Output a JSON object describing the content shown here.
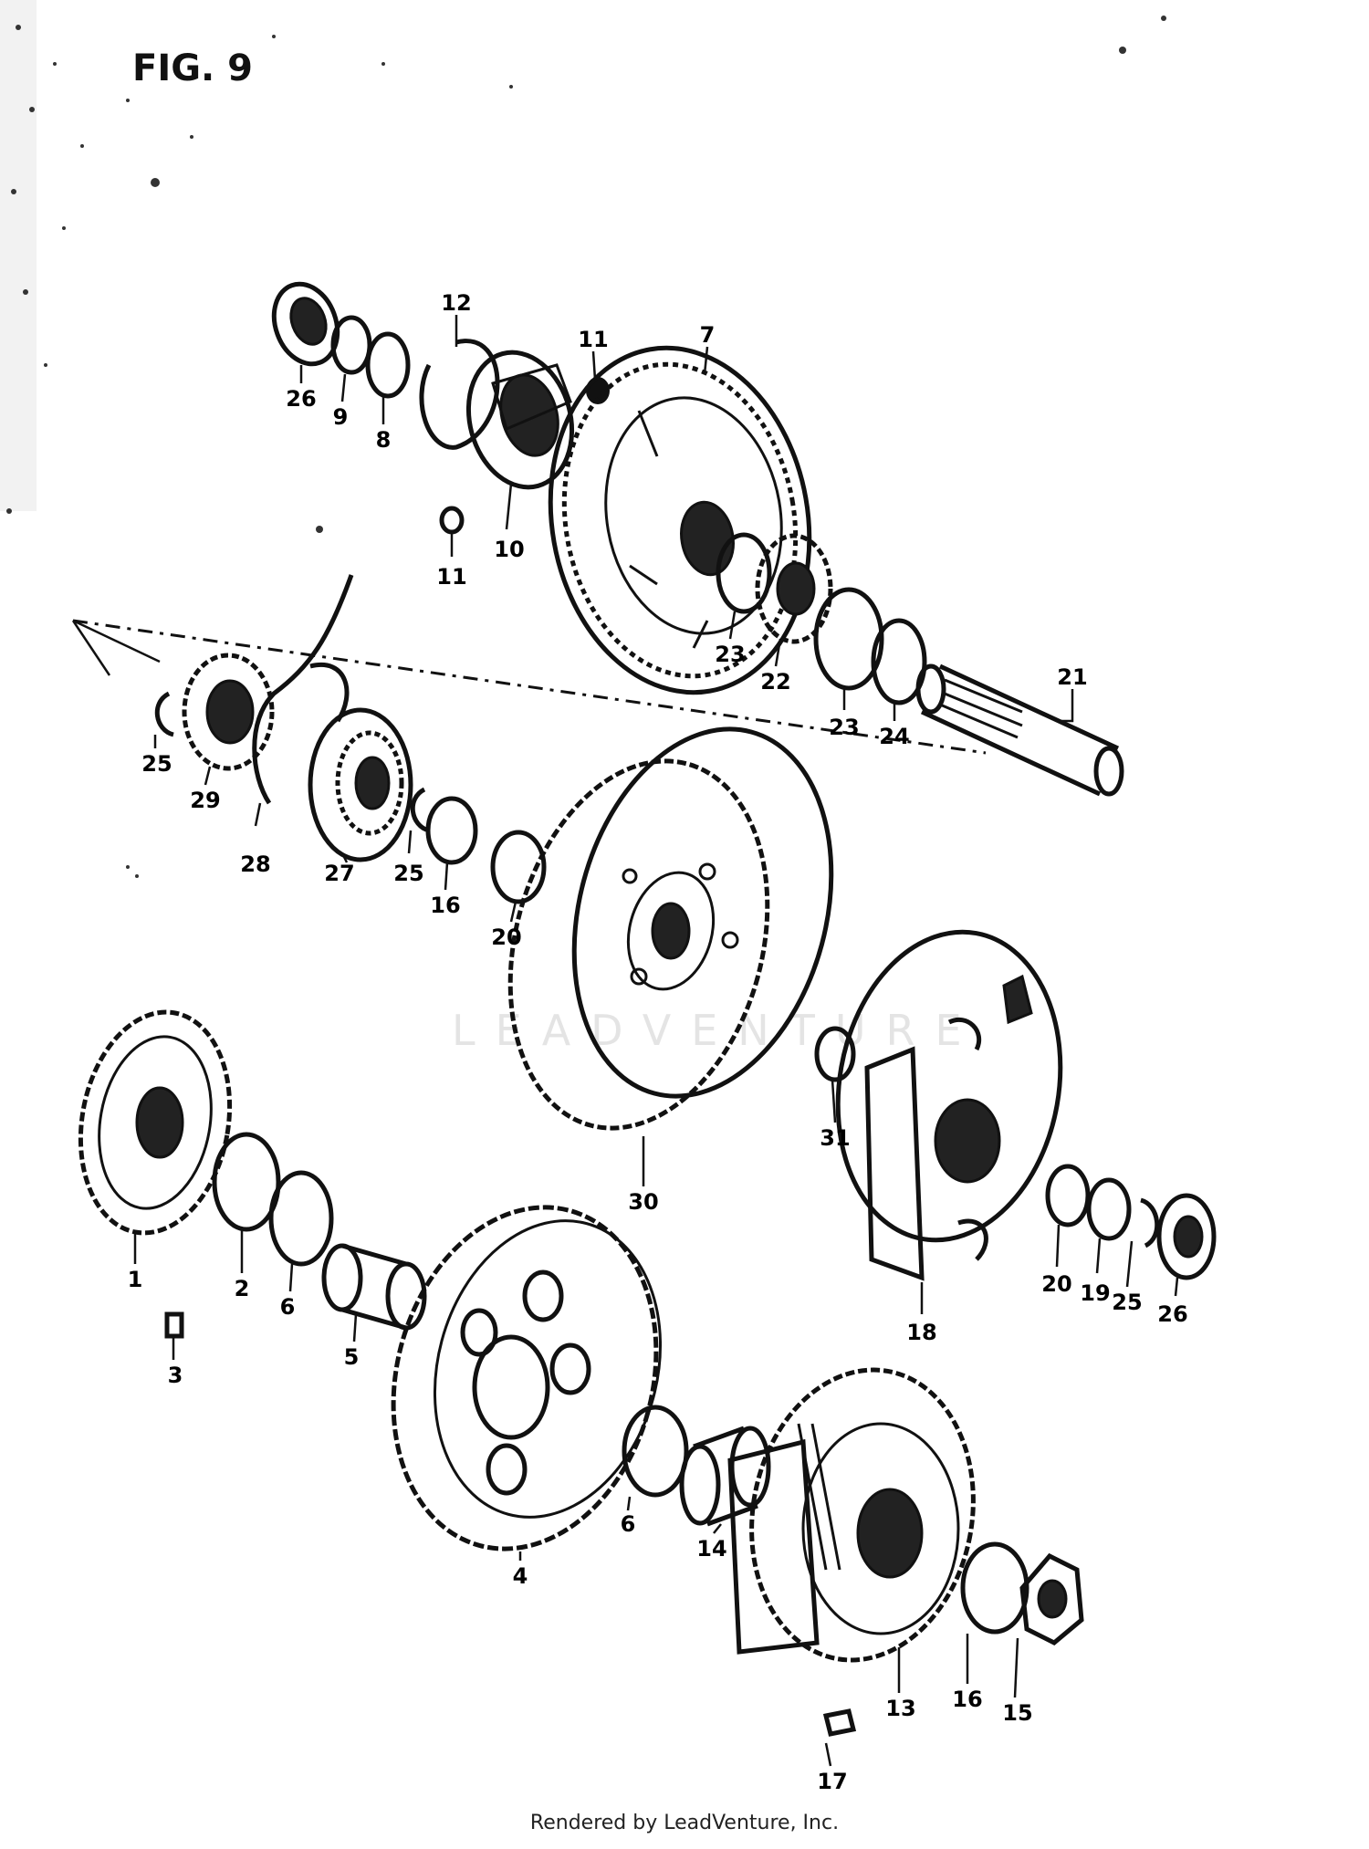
{
  "figure_label": "FIG. 9",
  "watermark": "LEADVENTURE",
  "footer": "Rendered by LeadVenture, Inc.",
  "callouts": {
    "c26a": "26",
    "c9": "9",
    "c8": "8",
    "c12": "12",
    "c11a": "11",
    "c11b": "11",
    "c10": "10",
    "c7": "7",
    "c23a": "23",
    "c22": "22",
    "c23b": "23",
    "c24": "24",
    "c21": "21",
    "c25a": "25",
    "c29": "29",
    "c28": "28",
    "c27": "27",
    "c25b": "25",
    "c16a": "16",
    "c20a": "20",
    "c30": "30",
    "c31": "31",
    "c20b": "20",
    "c19": "19",
    "c25c": "25",
    "c26b": "26",
    "c18": "18",
    "c1": "1",
    "c2": "2",
    "c6a": "6",
    "c5": "5",
    "c3": "3",
    "c4": "4",
    "c6b": "6",
    "c14": "14",
    "c13": "13",
    "c16b": "16",
    "c15": "15",
    "c17": "17"
  }
}
